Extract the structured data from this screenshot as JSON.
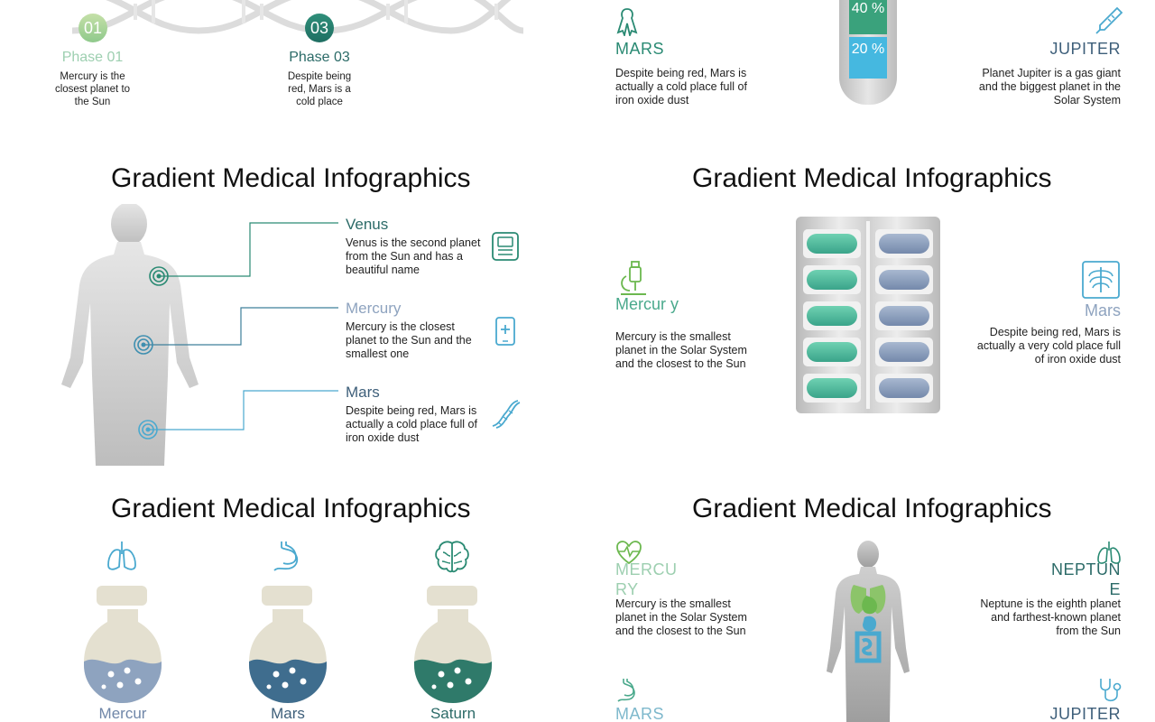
{
  "slide1": {
    "phase1": {
      "num": "01",
      "label": "Phase 01",
      "text": "Mercury is the closest planet to the Sun"
    },
    "phase3": {
      "num": "03",
      "label": "Phase 03",
      "text": "Despite being red, Mars is a cold place"
    }
  },
  "slide2": {
    "mars": {
      "title": "MARS",
      "text": "Despite being red, Mars is actually a cold place full of iron oxide dust"
    },
    "jupiter": {
      "title": "JUPITER",
      "text": "Planet Jupiter is a gas giant and the biggest planet in the Solar System"
    },
    "tube": {
      "seg_top": "40 %",
      "seg_bottom": "20 %"
    }
  },
  "slide3": {
    "title": "Gradient Medical Infographics",
    "items": [
      {
        "title": "Venus",
        "text": "Venus is the second planet from the Sun and has a beautiful name"
      },
      {
        "title": "Mercury",
        "text": "Mercury is the closest planet to the Sun and the smallest one"
      },
      {
        "title": "Mars",
        "text": "Despite being red, Mars is actually a cold place full of iron oxide dust"
      }
    ]
  },
  "slide4": {
    "title": "Gradient Medical Infographics",
    "mercury": {
      "title": "Mercur y",
      "text": "Mercury is the smallest planet in the Solar System and the closest to the Sun"
    },
    "mars": {
      "title": "Mars",
      "text": "Despite being red, Mars is actually a very cold place full of iron oxide dust"
    }
  },
  "slide5": {
    "title": "Gradient Medical Infographics",
    "flasks": [
      {
        "label": "Mercur",
        "color": "#8ea3bf"
      },
      {
        "label": "Mars",
        "color": "#3f6d8e"
      },
      {
        "label": "Saturn",
        "color": "#2f7a6a"
      }
    ]
  },
  "slide6": {
    "title": "Gradient Medical Infographics",
    "mercury": {
      "title": "MERCU RY",
      "text": "Mercury is the smallest planet in the Solar System and the closest to the Sun"
    },
    "neptune": {
      "title": "NEPTUN E",
      "text": "Neptune is the eighth planet and farthest-known planet from the Sun"
    },
    "mars": {
      "title": "MARS"
    },
    "jupiter": {
      "title": "JUPITER"
    }
  },
  "colors": {
    "teal": "#2a8a73",
    "green_light": "#8cc9a8",
    "blue": "#4aa9cf",
    "slate": "#3e5f7a",
    "gray": "#888"
  }
}
